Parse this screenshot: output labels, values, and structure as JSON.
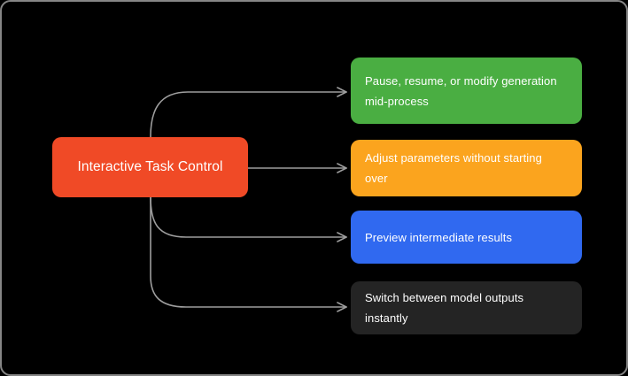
{
  "diagram": {
    "background": "#000000",
    "frame_border_color": "#868686",
    "connector_color": "#9E9E9E",
    "root": {
      "label": "Interactive Task Control",
      "color": "#F04A26",
      "text_color": "#FFFFFF"
    },
    "branches": [
      {
        "label": "Pause, resume, or modify generation mid-process",
        "color": "#4AAE42",
        "text_color": "#FFFFFF"
      },
      {
        "label": "Adjust parameters without starting over",
        "color": "#FBA41E",
        "text_color": "#FFFFFF"
      },
      {
        "label": "Preview intermediate results",
        "color": "#3069F0",
        "text_color": "#FFFFFF"
      },
      {
        "label": "Switch between model outputs instantly",
        "color": "#242424",
        "text_color": "#FFFFFF"
      }
    ]
  }
}
